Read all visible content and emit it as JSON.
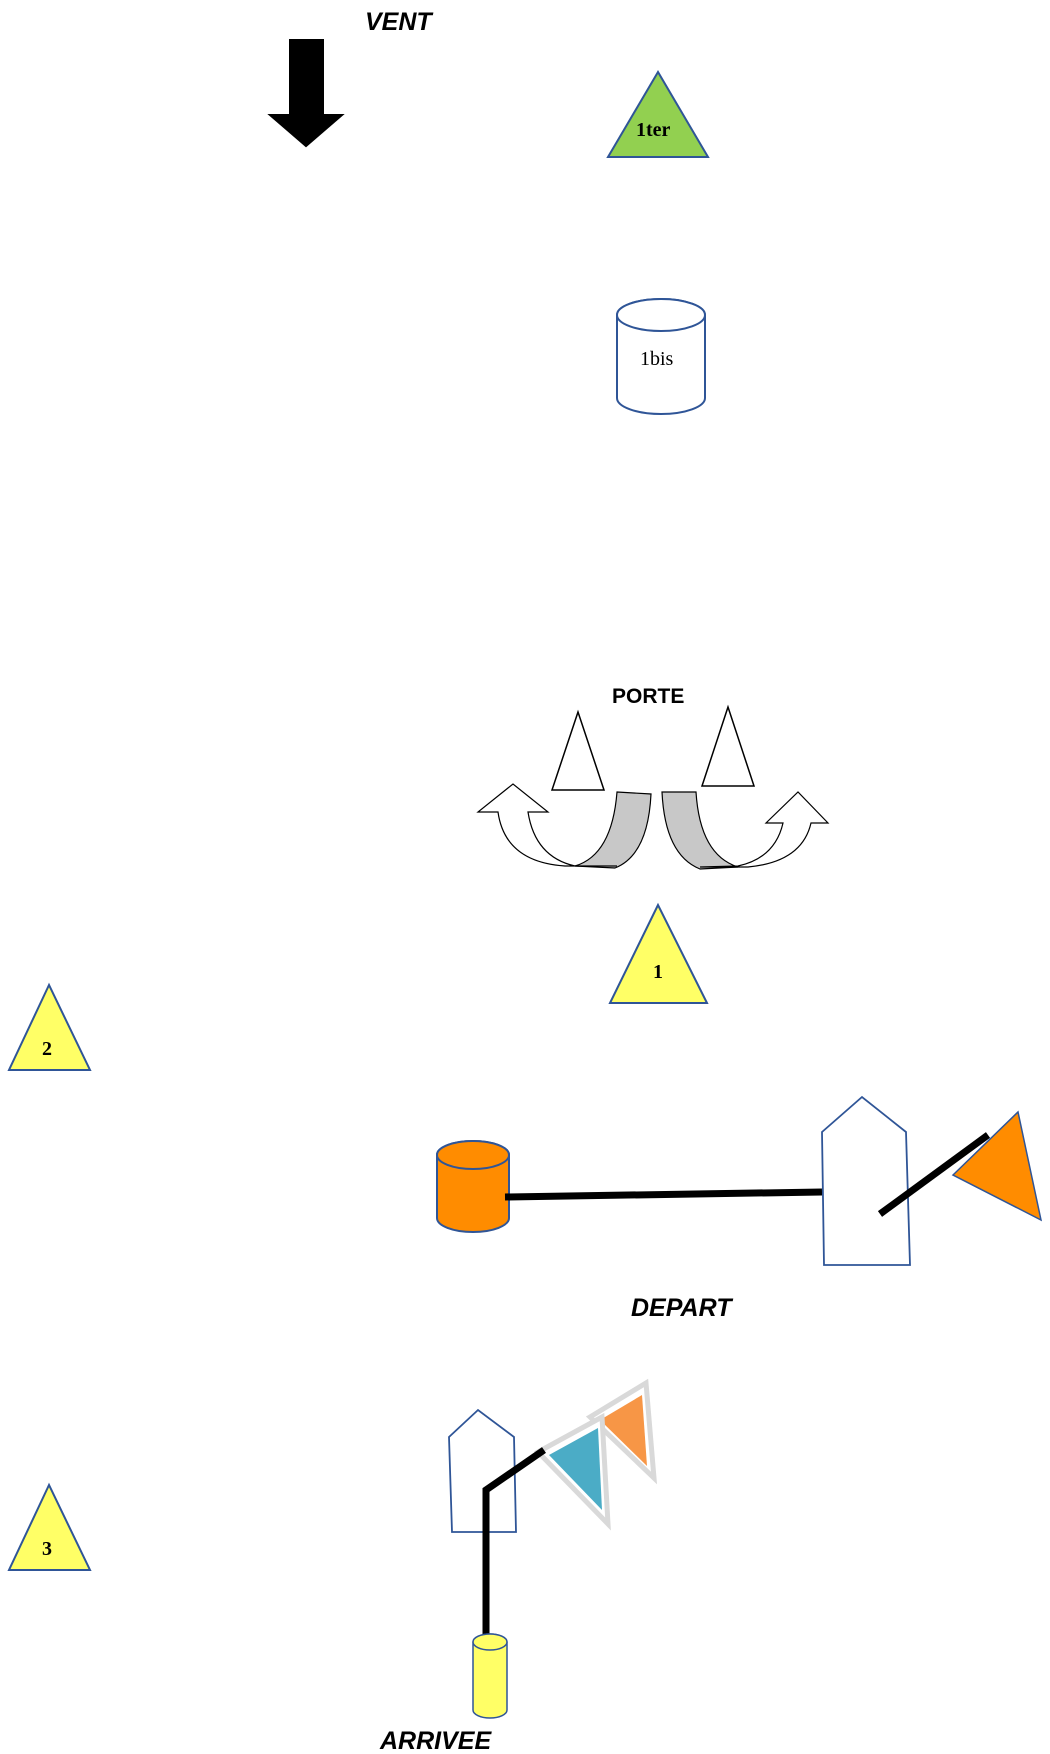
{
  "labels": {
    "wind": "VENT",
    "gate": "PORTE",
    "start": "DEPART",
    "finish": "ARRIVEE"
  },
  "marks": {
    "mark_1ter": "1ter",
    "mark_1bis": "1bis",
    "mark_1": "1",
    "mark_2": "2",
    "mark_3": "3"
  },
  "colors": {
    "green_mark": "#92d050",
    "yellow_mark": "#ffff66",
    "orange_mark": "#ff8c00",
    "teal_flag": "#4bacc6",
    "light_orange_flag": "#f79646",
    "outline_blue": "#2f5597",
    "gray_arrow": "#c8c8c8"
  }
}
